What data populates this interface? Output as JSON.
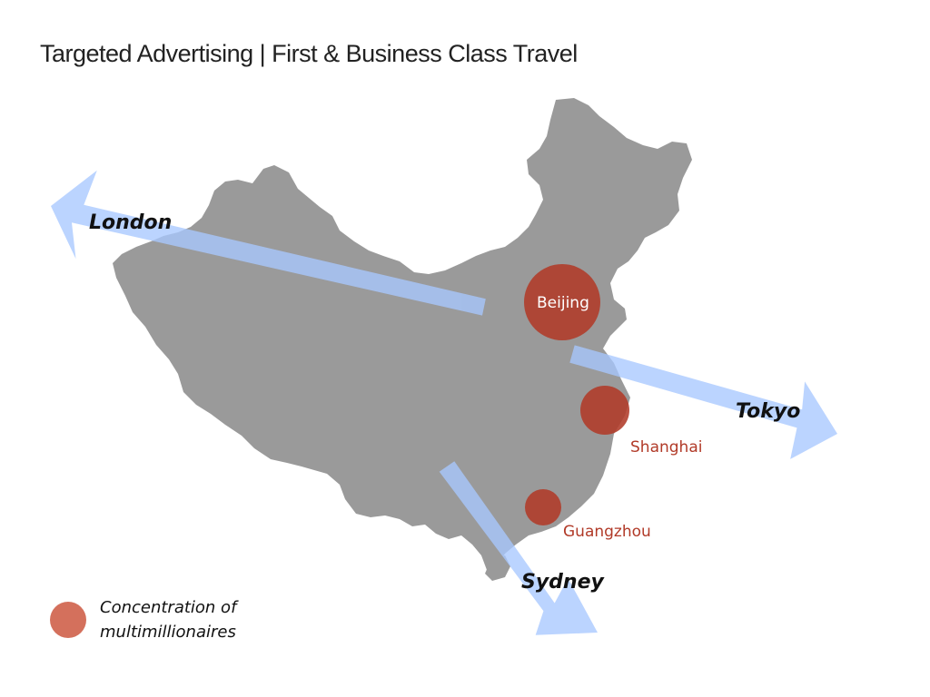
{
  "slide": {
    "title": "Targeted Advertising | First & Business Class Travel"
  },
  "routes": {
    "london": "London",
    "tokyo": "Tokyo",
    "sydney": "Sydney"
  },
  "cities": {
    "beijing": "Beijing",
    "shanghai": "Shanghai",
    "guangzhou": "Guangzhou"
  },
  "legend": {
    "line1": "Concentration of",
    "line2": "multimillionaires"
  },
  "colors": {
    "land": "#9a9a9a",
    "arrow": "#a8c8ff",
    "marker": "#b13a28",
    "marker_light": "#d4705c",
    "label_dark": "#111111",
    "label_red": "#b13a28"
  },
  "icons": {
    "map": "china-map-shape",
    "arrow": "route-arrow-icon",
    "marker": "city-circle-marker"
  }
}
